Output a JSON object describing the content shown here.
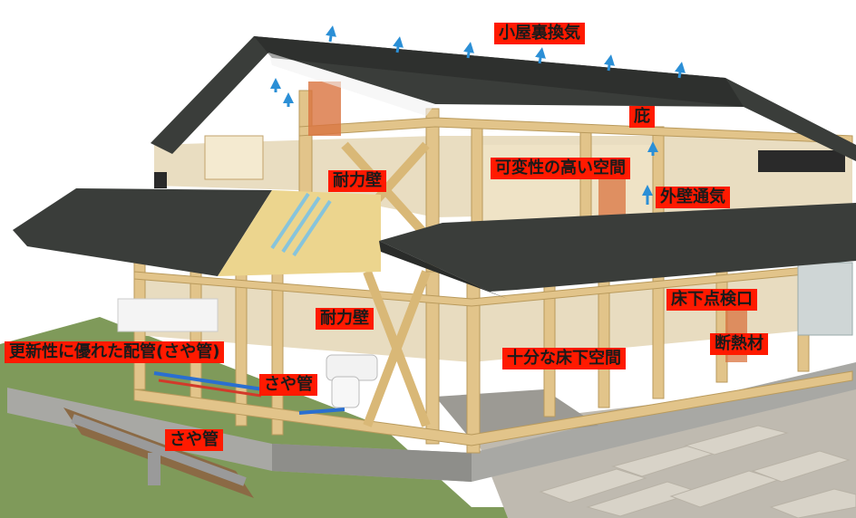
{
  "labels": {
    "attic_ventilation": "小屋裏換気",
    "eaves": "庇",
    "flexible_space": "可変性の高い空間",
    "bearing_wall_upper": "耐力壁",
    "exterior_wall_ventilation": "外壁通気",
    "underfloor_hatch": "床下点検口",
    "bearing_wall_lower": "耐力壁",
    "renewable_piping": "更新性に優れた配管(さや管)",
    "insulation": "断熱材",
    "ample_underfloor_space": "十分な床下空間",
    "sheath_pipe_interior": "さや管",
    "sheath_pipe_exterior": "さや管"
  },
  "colors": {
    "label_bg": "#ff1a00",
    "label_text": "#1a1a1a",
    "roof": "#3a3d3a",
    "timber": "#e2c48a",
    "foundation": "#a8a8a4",
    "lawn": "#7f9a5a",
    "ventilation_arrow": "#2b8fd6"
  }
}
